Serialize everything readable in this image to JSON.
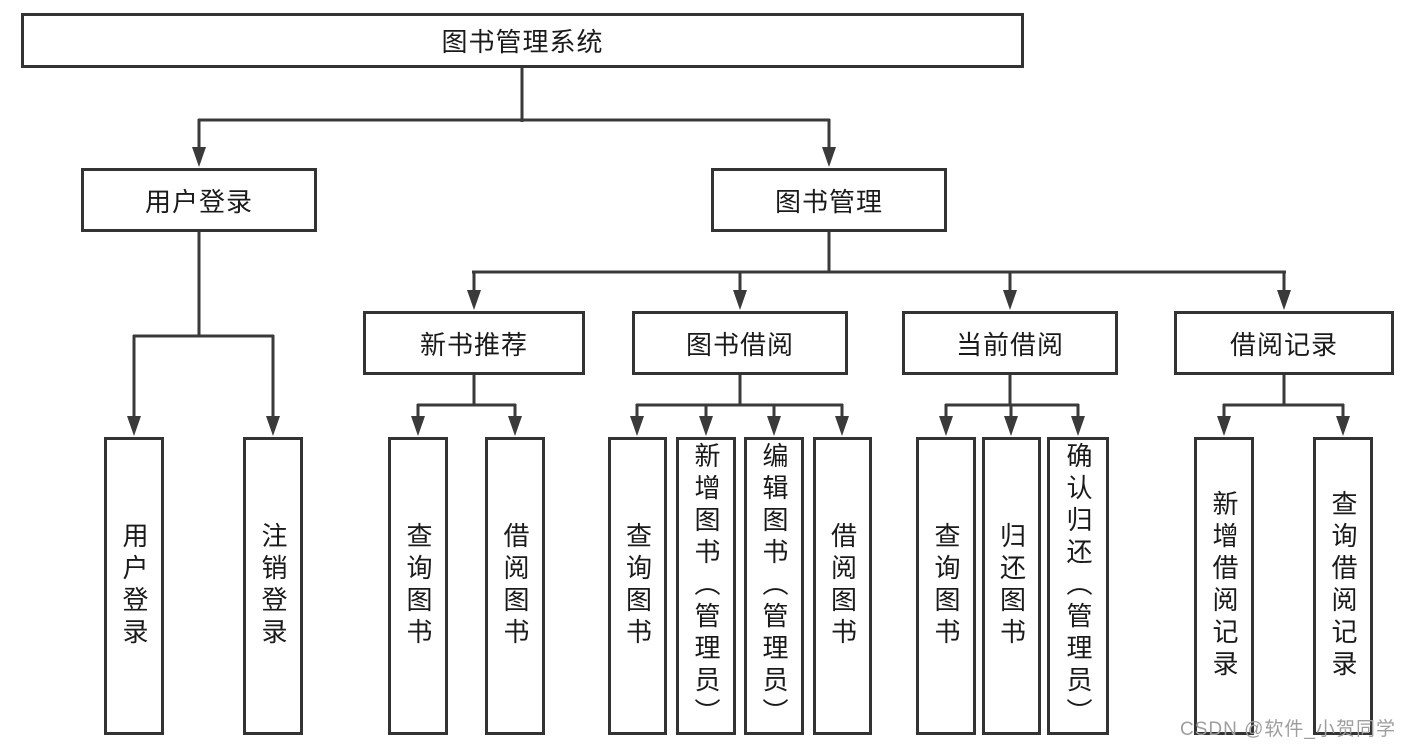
{
  "tree": {
    "label": "图书管理系统",
    "children": [
      {
        "label": "用户登录",
        "children": [
          {
            "label": "用户登录"
          },
          {
            "label": "注销登录"
          }
        ]
      },
      {
        "label": "图书管理",
        "children": [
          {
            "label": "新书推荐",
            "children": [
              {
                "label": "查询图书"
              },
              {
                "label": "借阅图书"
              }
            ]
          },
          {
            "label": "图书借阅",
            "children": [
              {
                "label": "查询图书"
              },
              {
                "label": "新增图书（管理员）"
              },
              {
                "label": "编辑图书（管理员）"
              },
              {
                "label": "借阅图书"
              }
            ]
          },
          {
            "label": "当前借阅",
            "children": [
              {
                "label": "查询图书"
              },
              {
                "label": "归还图书"
              },
              {
                "label": "确认归还（管理员）"
              }
            ]
          },
          {
            "label": "借阅记录",
            "children": [
              {
                "label": "新增借阅记录"
              },
              {
                "label": "查询借阅记录"
              }
            ]
          }
        ]
      }
    ]
  },
  "watermark": "CSDN @软件_小贺同学",
  "colors": {
    "line": "#3a3a3a",
    "box_border": "#333333",
    "box_fill": "#ffffff",
    "text": "#1a1a1a",
    "watermark_text": "#9e9e9e",
    "background": "#ffffff"
  }
}
